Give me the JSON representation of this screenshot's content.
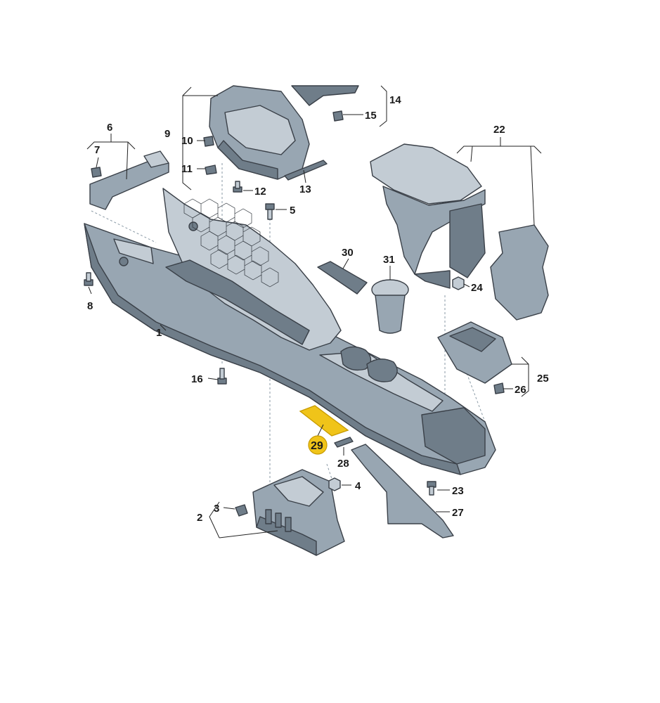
{
  "labels": {
    "p1": "1",
    "p2": "2",
    "p3": "3",
    "p4": "4",
    "p5": "5",
    "p6": "6",
    "p7": "7",
    "p8": "8",
    "p9": "9",
    "p10": "10",
    "p11": "11",
    "p12": "12",
    "p13": "13",
    "p14": "14",
    "p15": "15",
    "p16": "16",
    "p22": "22",
    "p23": "23",
    "p24": "24",
    "p25": "25",
    "p26": "26",
    "p27": "27",
    "p28": "28",
    "p29": "29",
    "p30": "30",
    "p31": "31"
  },
  "highlight": {
    "part": "29",
    "color": "#f0c419",
    "stroke": "#c89b00"
  },
  "colors": {
    "part_body": "#98a6b2",
    "part_dark": "#6f7d89",
    "part_light": "#c3ccd4",
    "outline": "#3a4048"
  }
}
